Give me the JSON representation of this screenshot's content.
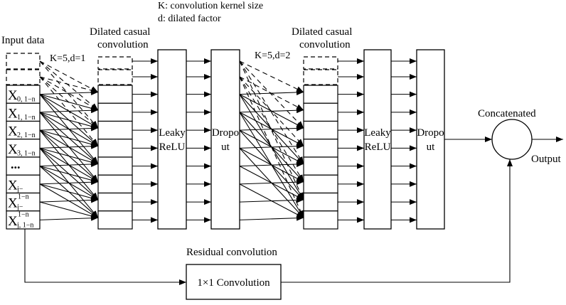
{
  "legend": {
    "kernel": "K: convolution kernel size",
    "dilation": "d: dilated factor"
  },
  "input": {
    "title": "Input data",
    "cells": [
      {
        "main": "X",
        "sub": "0, 1−n"
      },
      {
        "main": "X",
        "sub": "1, 1−n"
      },
      {
        "main": "X",
        "sub": "2, 1−n"
      },
      {
        "main": "X",
        "sub": "3, 1−n"
      },
      {
        "main": "..."
      },
      {
        "main": "X",
        "sub": "j−",
        "sub2": "1−n"
      },
      {
        "main": "X",
        "sub": "j−",
        "sub2": "1−n"
      },
      {
        "main": "X",
        "sub": "j, 1−n"
      }
    ]
  },
  "stage1": {
    "conv_title": [
      "Dilated casual",
      "convolution"
    ],
    "kernel_label": "K=5,d=1",
    "activation": [
      "Leaky",
      "ReLU"
    ],
    "dropout": [
      "Dropo",
      "ut"
    ]
  },
  "stage2": {
    "conv_title": [
      "Dilated casual",
      "convolution"
    ],
    "kernel_label": "K=5,d=2",
    "activation": [
      "Leaky",
      "ReLU"
    ],
    "dropout": [
      "Dropo",
      "ut"
    ]
  },
  "output": {
    "merge_label": "Concatenated",
    "label": "Output"
  },
  "residual": {
    "title": "Residual convolution",
    "box_label": "1×1 Convolution"
  }
}
